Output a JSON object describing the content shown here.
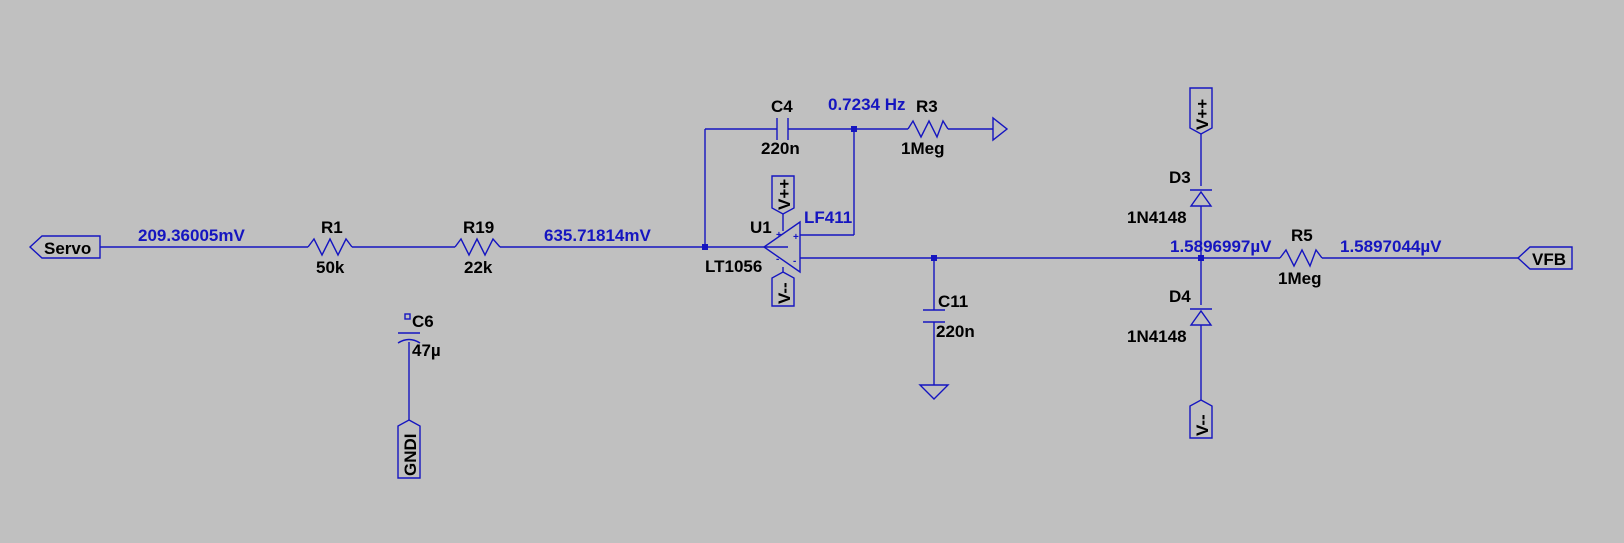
{
  "colors": {
    "background": "#c0c0c0",
    "wire": "#1515c0",
    "label": "#000000",
    "annotation": "#1515c0"
  },
  "ports": {
    "servo": "Servo",
    "vfb": "VFB",
    "vpp_top": "V++",
    "vpp_op": "V++",
    "vmm_op": "V--",
    "vmm_bottom": "V--",
    "gndi": "GNDI"
  },
  "components": {
    "r1": {
      "name": "R1",
      "value": "50k"
    },
    "r19": {
      "name": "R19",
      "value": "22k"
    },
    "r3": {
      "name": "R3",
      "value": "1Meg"
    },
    "r5": {
      "name": "R5",
      "value": "1Meg"
    },
    "c4": {
      "name": "C4",
      "value": "220n"
    },
    "c6": {
      "name": "C6",
      "value": "47µ"
    },
    "c11": {
      "name": "C11",
      "value": "220n"
    },
    "d3": {
      "name": "D3",
      "value": "1N4148"
    },
    "d4": {
      "name": "D4",
      "value": "1N4148"
    },
    "u1": {
      "name": "U1",
      "value": "LT1056",
      "spice": "LF411"
    }
  },
  "annotations": {
    "servo_node": "209.36005mV",
    "inv_node": "635.71814mV",
    "freq": "0.7234 Hz",
    "diode_node": "1.5896997µV",
    "vfb_node": "1.5897044µV"
  },
  "pins": {
    "plus": "+",
    "minus": "-"
  },
  "icons": [
    "resistor-icon",
    "capacitor-icon",
    "polarized-capacitor-icon",
    "diode-icon",
    "opamp-icon",
    "ground-icon",
    "port-flag-icon"
  ]
}
